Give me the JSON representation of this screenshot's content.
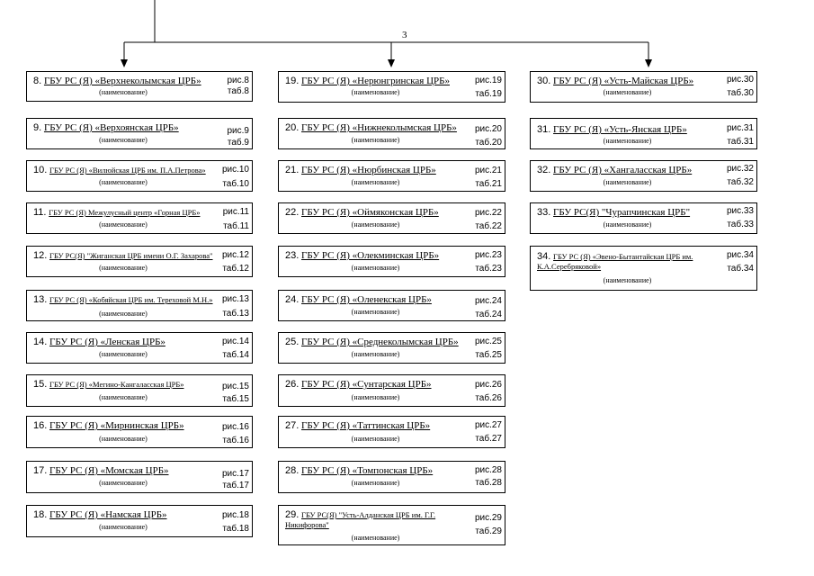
{
  "branch_label": "3",
  "sub_label": "(наименование)",
  "boxes": [
    {
      "num": "8.",
      "org": "ГБУ РС (Я) «Верхнеколымская ЦРБ»",
      "ris": "рис.8",
      "tab": "таб.8"
    },
    {
      "num": "9.",
      "org": "ГБУ РС (Я) «Верхоянская ЦРБ»",
      "ris": "рис.9",
      "tab": "таб.9"
    },
    {
      "num": "10.",
      "org": "ГБУ РС (Я) «Вилюйская ЦРБ им. П.А.Петрова»",
      "ris": "рис.10",
      "tab": "таб.10"
    },
    {
      "num": "11.",
      "org": "ГБУ РС (Я) Межулусный центр «Горная ЦРБ»",
      "ris": "рис.11",
      "tab": "таб.11"
    },
    {
      "num": "12.",
      "org": "ГБУ РС(Я) \"Жиганская ЦРБ имени О.Г. Захарова\"",
      "ris": "рис.12",
      "tab": "таб.12"
    },
    {
      "num": "13.",
      "org": "ГБУ РС (Я) «Кобяйская ЦРБ им. Тереховой М.Н.»",
      "ris": "рис.13",
      "tab": "таб.13"
    },
    {
      "num": "14.",
      "org": "ГБУ РС (Я) «Ленская ЦРБ»",
      "ris": "рис.14",
      "tab": "таб.14"
    },
    {
      "num": "15.",
      "org": "ГБУ РС (Я) «Мегино-Кангаласская ЦРБ»",
      "ris": "рис.15",
      "tab": "таб.15"
    },
    {
      "num": "16.",
      "org": "ГБУ РС (Я) «Мирнинская ЦРБ»",
      "ris": "рис.16",
      "tab": "таб.16"
    },
    {
      "num": "17.",
      "org": "ГБУ РС (Я) «Момская ЦРБ»",
      "ris": "рис.17",
      "tab": "таб.17"
    },
    {
      "num": "18.",
      "org": "ГБУ РС (Я) «Намская ЦРБ»",
      "ris": "рис.18",
      "tab": "таб.18"
    },
    {
      "num": "19.",
      "org": "ГБУ РС (Я) «Нерюнгринская ЦРБ»",
      "ris": "рис.19",
      "tab": "таб.19"
    },
    {
      "num": "20.",
      "org": "ГБУ РС (Я) «Нижнеколымская ЦРБ»",
      "ris": "рис.20",
      "tab": "таб.20"
    },
    {
      "num": "21.",
      "org": "ГБУ РС (Я) «Нюрбинская ЦРБ»",
      "ris": "рис.21",
      "tab": "таб.21"
    },
    {
      "num": "22.",
      "org": "ГБУ РС (Я) «Оймяконская ЦРБ»",
      "ris": "рис.22",
      "tab": "таб.22"
    },
    {
      "num": "23.",
      "org": "ГБУ РС (Я) «Олекминская ЦРБ»",
      "ris": "рис.23",
      "tab": "таб.23"
    },
    {
      "num": "24.",
      "org": "ГБУ РС (Я) «Оленекская ЦРБ»",
      "ris": "рис.24",
      "tab": "таб.24"
    },
    {
      "num": "25.",
      "org": "ГБУ РС (Я) «Среднеколымская ЦРБ»",
      "ris": "рис.25",
      "tab": "таб.25"
    },
    {
      "num": "26.",
      "org": "ГБУ РС (Я) «Сунтарская ЦРБ»",
      "ris": "рис.26",
      "tab": "таб.26"
    },
    {
      "num": "27.",
      "org": "ГБУ РС (Я) «Таттинская ЦРБ»",
      "ris": "рис.27",
      "tab": "таб.27"
    },
    {
      "num": "28.",
      "org": "ГБУ РС (Я) «Томпонская ЦРБ»",
      "ris": "рис.28",
      "tab": "таб.28"
    },
    {
      "num": "29.",
      "org": "ГБУ РС(Я) \"Усть-Алданская ЦРБ им. Г.Г. Никифорова\"",
      "ris": "рис.29",
      "tab": "таб.29"
    },
    {
      "num": "30.",
      "org": "ГБУ РС (Я) «Усть-Майская ЦРБ»",
      "ris": "рис.30",
      "tab": "таб.30"
    },
    {
      "num": "31.",
      "org": "ГБУ РС (Я) «Усть-Янская ЦРБ»",
      "ris": "рис.31",
      "tab": "таб.31"
    },
    {
      "num": "32.",
      "org": "ГБУ РС (Я) «Хангаласская ЦРБ»",
      "ris": "рис.32",
      "tab": "таб.32"
    },
    {
      "num": "33.",
      "org": "ГБУ РС(Я) \"Чурапчинская ЦРБ\"",
      "ris": "рис.33",
      "tab": "таб.33"
    },
    {
      "num": "34.",
      "org": "ГБУ РС (Я) «Эвено-Бытантайская ЦРБ им. К.А.Серебряковой»",
      "ris": "рис.34",
      "tab": "таб.34"
    }
  ]
}
